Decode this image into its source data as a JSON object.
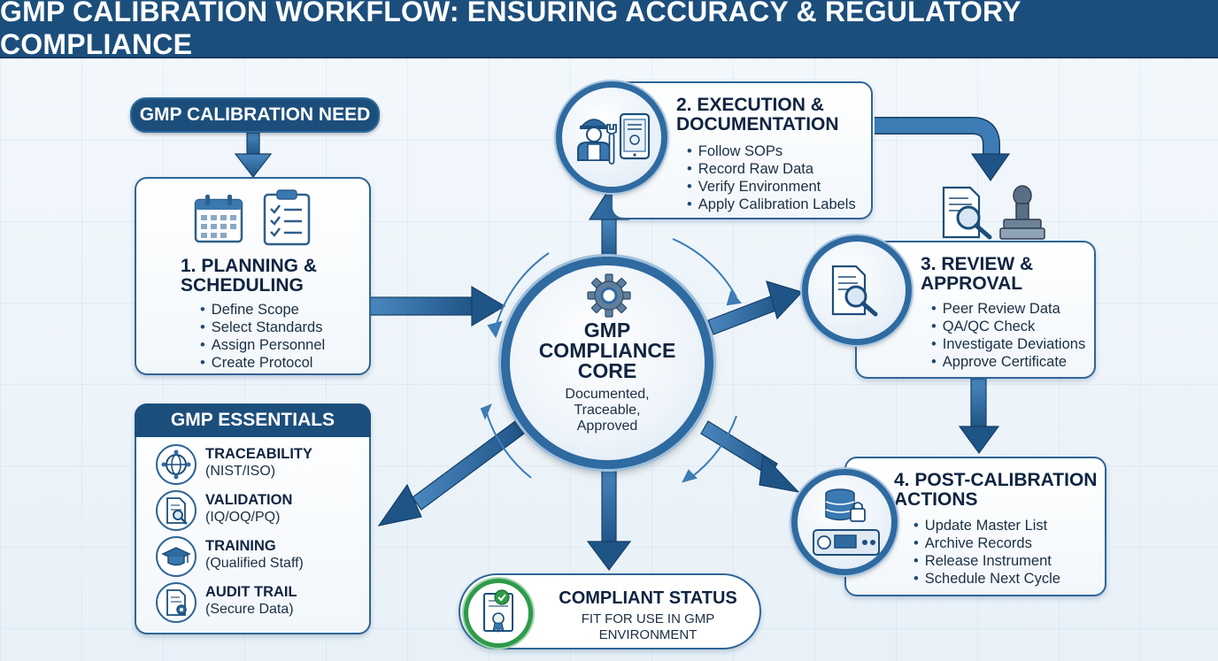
{
  "header": {
    "title": "GMP CALIBRATION WORKFLOW: ENSURING ACCURACY & REGULATORY COMPLIANCE"
  },
  "need": {
    "label": "GMP CALIBRATION NEED"
  },
  "planning": {
    "title_line1": "1. PLANNING &",
    "title_line2": "SCHEDULING",
    "items": [
      "Define Scope",
      "Select Standards",
      "Assign Personnel",
      "Create Protocol"
    ],
    "icons": [
      "calendar-icon",
      "checklist-icon"
    ]
  },
  "execution": {
    "title_line1": "2. EXECUTION &",
    "title_line2": "DOCUMENTATION",
    "items": [
      "Follow SOPs",
      "Record Raw Data",
      "Verify Environment",
      "Apply Calibration Labels"
    ],
    "icons": [
      "technician-icon",
      "wrench-icon",
      "tablet-certificate-icon"
    ]
  },
  "review": {
    "title_line1": "3. REVIEW &",
    "title_line2": "APPROVAL",
    "items": [
      "Peer Review Data",
      "QA/QC Check",
      "Investigate Deviations",
      "Approve Certificate"
    ],
    "icons": [
      "document-magnifier-icon",
      "approval-stamp-icon"
    ]
  },
  "post": {
    "title_line1": "4. POST-CALIBRATION",
    "title_line2": "ACTIONS",
    "items": [
      "Update Master List",
      "Archive Records",
      "Release Instrument",
      "Schedule Next Cycle"
    ],
    "icons": [
      "database-lock-icon",
      "instrument-icon"
    ]
  },
  "core": {
    "title_line1": "GMP",
    "title_line2": "COMPLIANCE",
    "title_line3": "CORE",
    "sub_line1": "Documented,",
    "sub_line2": "Traceable,",
    "sub_line3": "Approved",
    "icon": "gear-icon"
  },
  "essentials": {
    "title": "GMP ESSENTIALS",
    "items": [
      {
        "title": "TRACEABILITY",
        "sub": "(NIST/ISO)",
        "icon": "network-globe-icon"
      },
      {
        "title": "VALIDATION",
        "sub": "(IQ/OQ/PQ)",
        "icon": "document-search-icon"
      },
      {
        "title": "TRAINING",
        "sub": "(Qualified Staff)",
        "icon": "graduation-cap-icon"
      },
      {
        "title": "AUDIT TRAIL",
        "sub": "(Secure Data)",
        "icon": "secure-document-icon"
      }
    ]
  },
  "status": {
    "title": "COMPLIANT STATUS",
    "sub_line1": "FIT FOR USE IN GMP",
    "sub_line2": "ENVIRONMENT",
    "icon": "certificate-check-icon"
  },
  "colors": {
    "header": "#1c4e7c",
    "accent": "#2f6aa0",
    "arrow": "#2d6aa0",
    "success": "#2e9a4a"
  }
}
